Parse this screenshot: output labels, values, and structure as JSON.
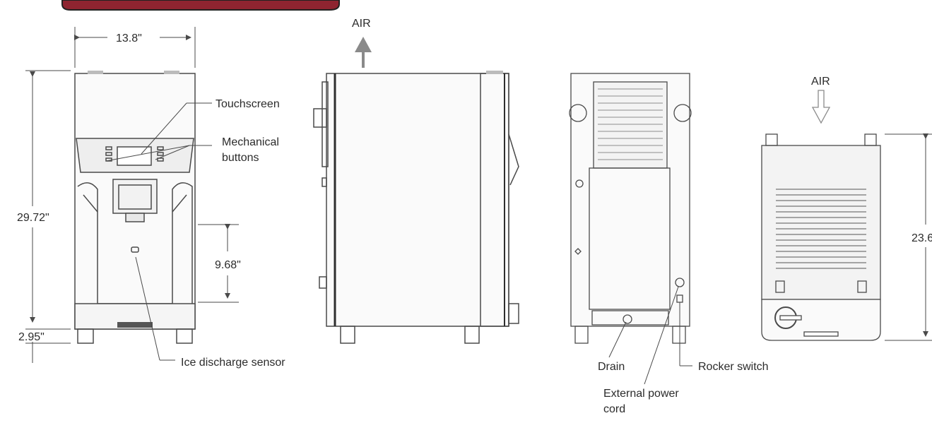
{
  "header_tab": {
    "color": "#8e2430"
  },
  "colors": {
    "line": "#4a4a4a",
    "dark": "#2e2e2e",
    "panel": "#f1f1f1",
    "arrow": "#8a8a8a"
  },
  "front_view": {
    "width": "13.8\"",
    "height": "29.72\"",
    "dispense_height": "9.68\"",
    "foot_height": "2.95\"",
    "labels": {
      "touchscreen": "Touchscreen",
      "mechanical_1": "Mechanical",
      "mechanical_2": "buttons",
      "ice_sensor": "Ice discharge sensor"
    }
  },
  "side_view": {
    "air": "AIR"
  },
  "rear_view": {
    "labels": {
      "drain": "Drain",
      "rocker": "Rocker switch",
      "power_1": "External power",
      "power_2": "cord"
    }
  },
  "bin_view": {
    "air": "AIR",
    "height": "23.6"
  }
}
